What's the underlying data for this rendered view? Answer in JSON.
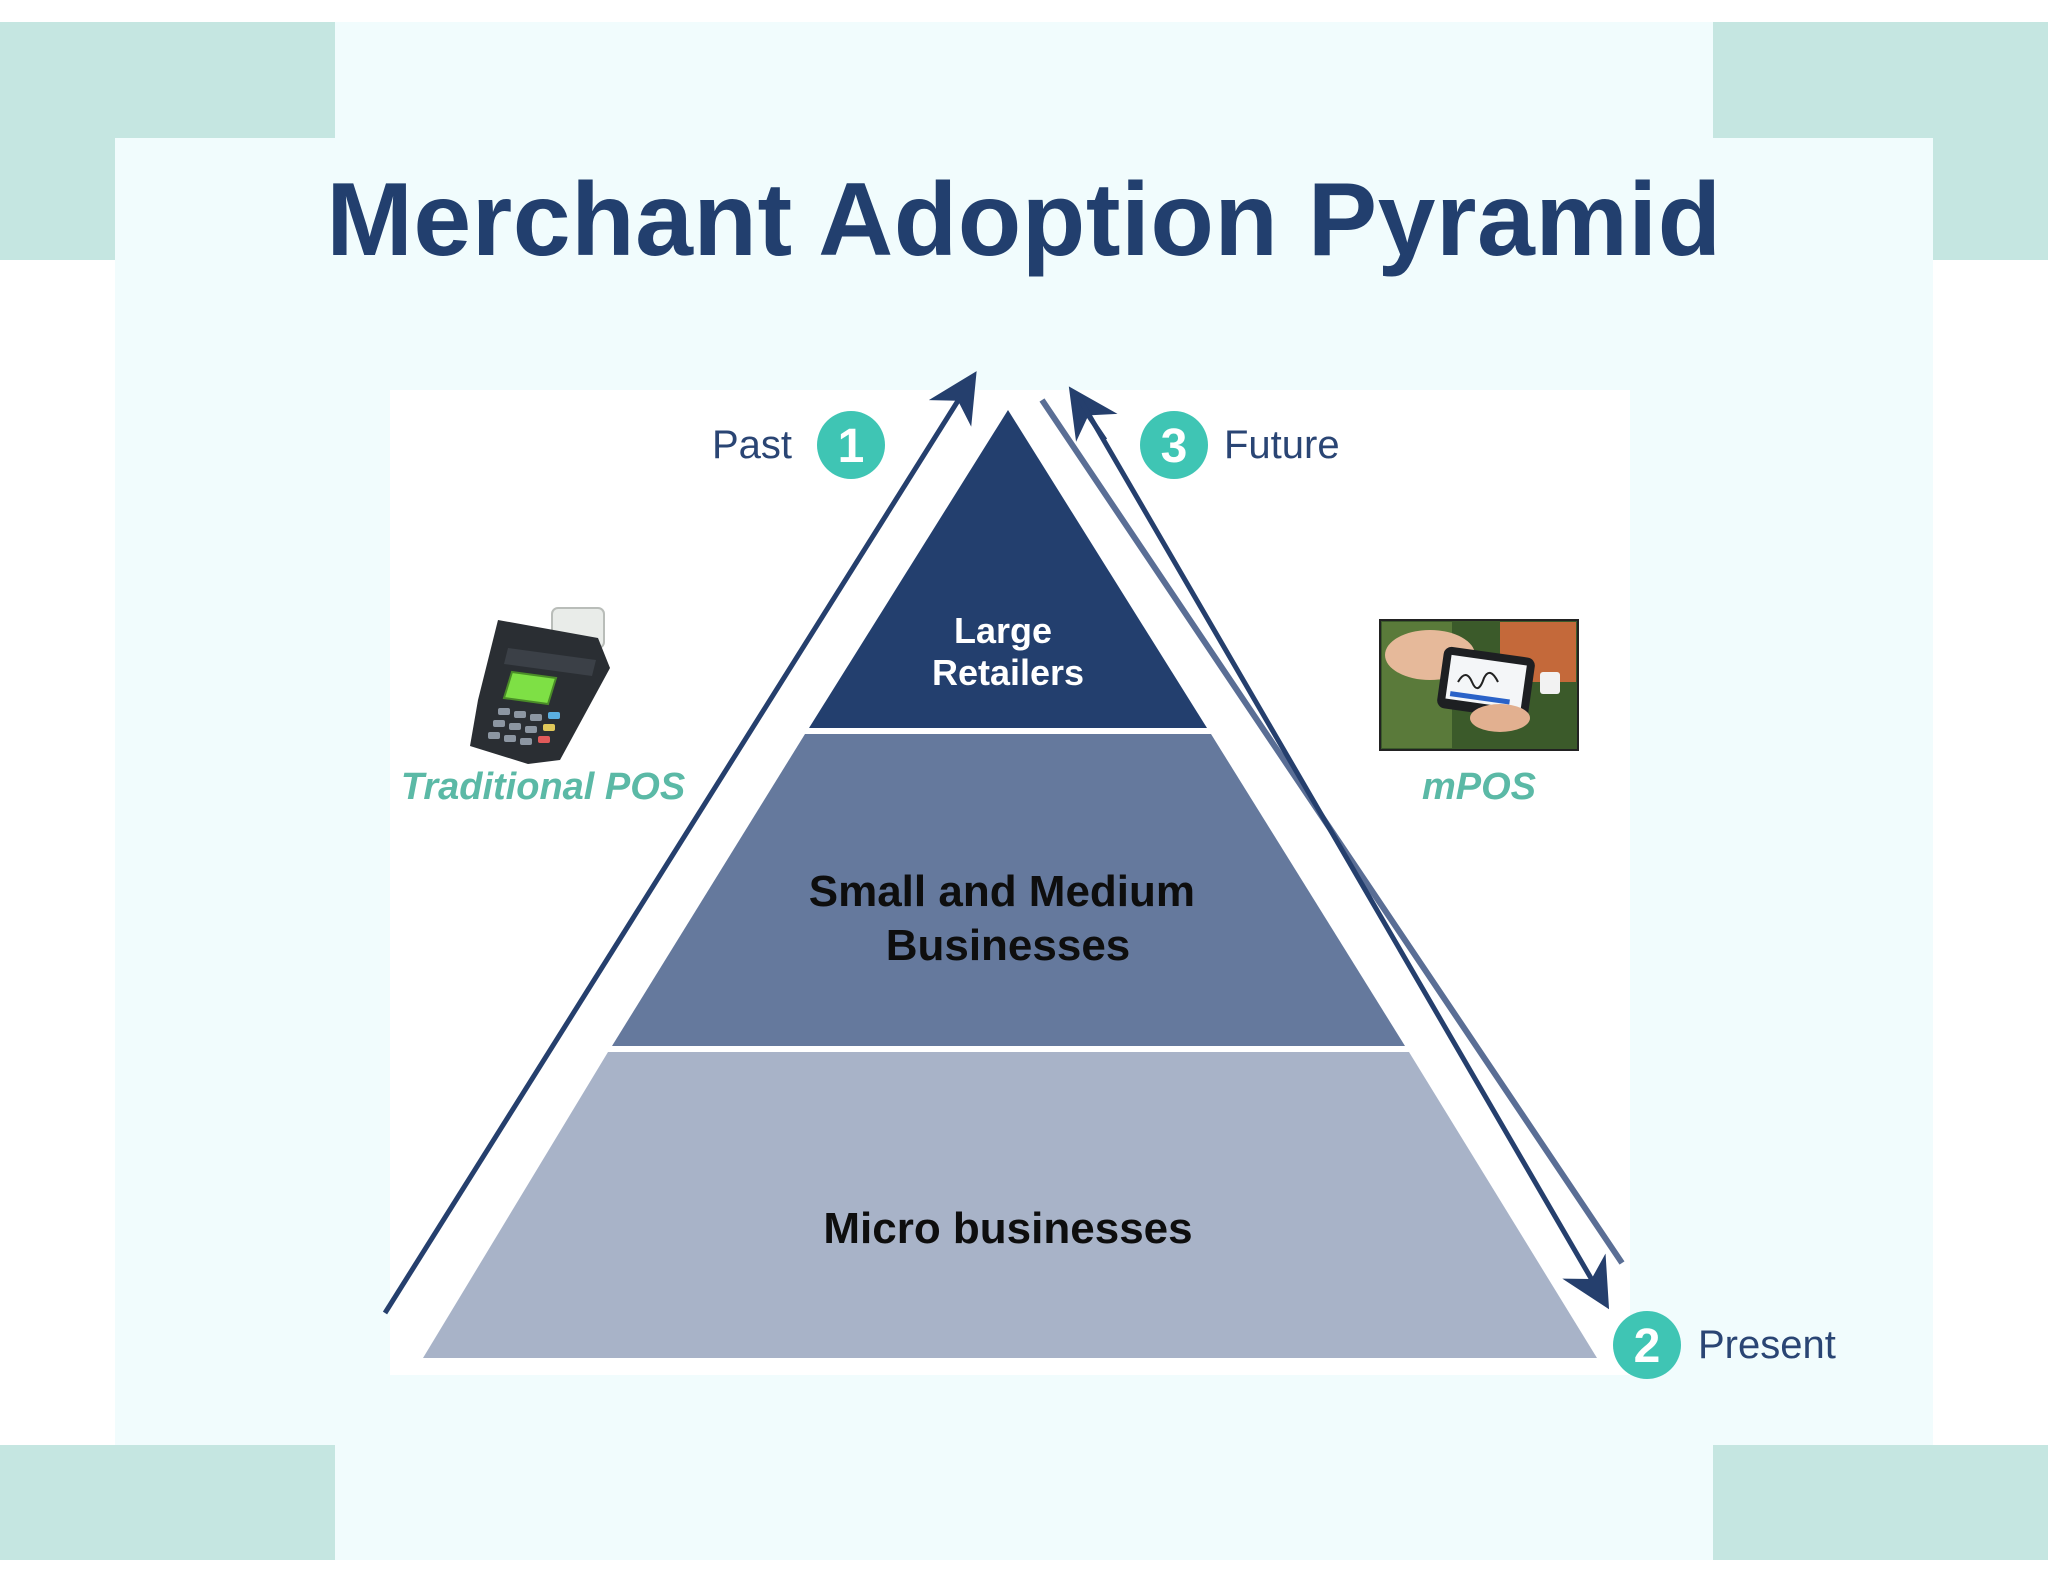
{
  "title": "Merchant Adoption Pyramid",
  "tiers": [
    {
      "lines": [
        "Large",
        "Retailers"
      ],
      "fill": "#233f6e",
      "text_color": "#ffffff"
    },
    {
      "lines": [
        "Small and Medium",
        "Businesses"
      ],
      "fill": "#65799d",
      "text_color": "#0e0e0e"
    },
    {
      "lines": [
        "Micro businesses"
      ],
      "fill": "#a8b3c8",
      "text_color": "#0e0e0e"
    }
  ],
  "stages": [
    {
      "number": "1",
      "label": "Past"
    },
    {
      "number": "2",
      "label": "Present"
    },
    {
      "number": "3",
      "label": "Future"
    }
  ],
  "devices": {
    "left_label": "Traditional POS",
    "right_label": "mPOS",
    "left_icon": "pos-terminal-icon",
    "right_icon": "mobile-pos-photo"
  },
  "colors": {
    "corner": "#c5e6e1",
    "panel": "#f1fcfd",
    "title": "#223f6e",
    "arrow": "#253f6d",
    "badge": "#3fc5b4",
    "device_label": "#5bb9a6"
  }
}
